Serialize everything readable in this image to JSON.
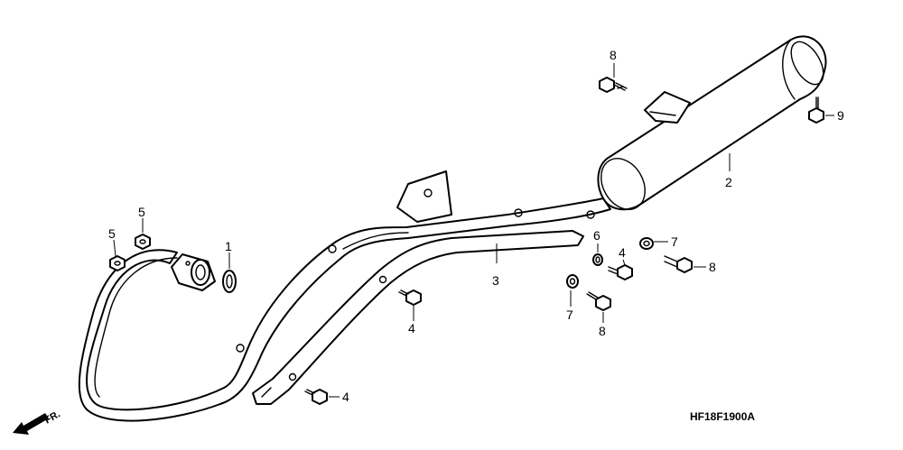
{
  "diagram_code": "HF18F1900A",
  "direction_label": "FR.",
  "callouts": [
    {
      "id": "c1",
      "label": "1"
    },
    {
      "id": "c2",
      "label": "2"
    },
    {
      "id": "c3",
      "label": "3"
    },
    {
      "id": "c4a",
      "label": "4"
    },
    {
      "id": "c4b",
      "label": "4"
    },
    {
      "id": "c4c",
      "label": "4"
    },
    {
      "id": "c5a",
      "label": "5"
    },
    {
      "id": "c5b",
      "label": "5"
    },
    {
      "id": "c6",
      "label": "6"
    },
    {
      "id": "c7a",
      "label": "7"
    },
    {
      "id": "c7b",
      "label": "7"
    },
    {
      "id": "c8a",
      "label": "8"
    },
    {
      "id": "c8b",
      "label": "8"
    },
    {
      "id": "c8c",
      "label": "8"
    },
    {
      "id": "c9",
      "label": "9"
    }
  ]
}
